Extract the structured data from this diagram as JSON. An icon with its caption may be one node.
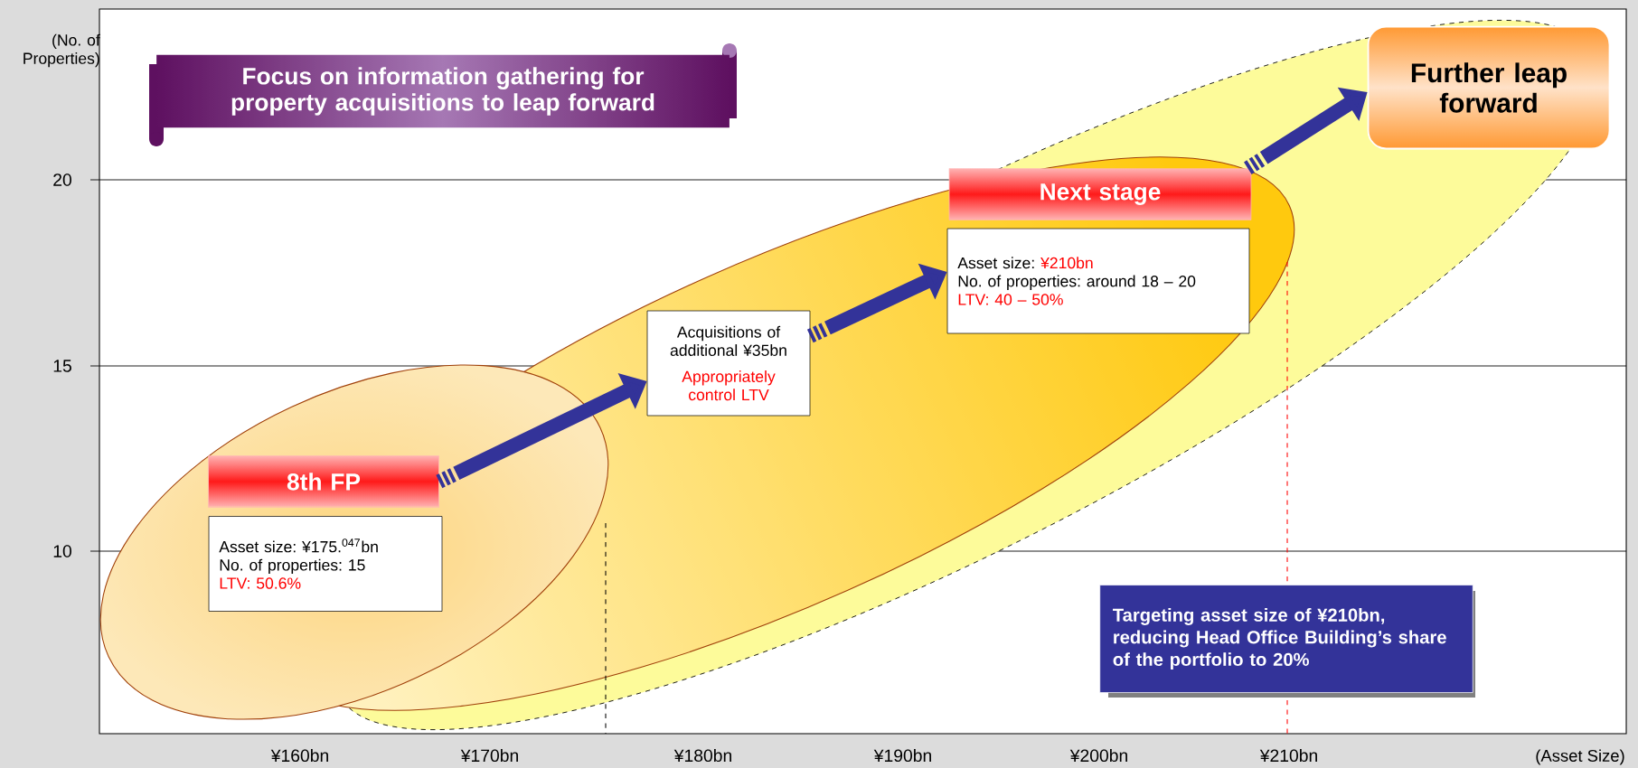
{
  "diagram": {
    "nodes": [
      {
        "text": [
          "Focus on information gathering for property acquisitions to leap forward"
        ]
      },
      {
        "text": [
          "8th FP"
        ]
      },
      {
        "text": [
          "Asset size: ¥175.$^{047}$bn",
          "No. of properties: 15",
          "LTV: 50.6%"
        ]
      },
      {
        "text": [
          "Acquisitions of additional ¥35bn",
          "Appropriately control LTV"
        ]
      },
      {
        "text": [
          "Next stage"
        ]
      },
      {
        "text": [
          "Asset size:",
          "¥210bn",
          "No. of properties: around 18 – 20",
          "LTV: 40 – 50%"
        ]
      },
      {
        "text": [
          "Further leap forward"
        ]
      },
      {
        "text": [
          "Targeting asset size of ¥210bn, reducing Head Office Building’s share of the portfolio to 20%"
        ]
      }
    ],
    "edges": [
      {
        "from": 1,
        "to": 3,
        "arrow": "to"
      },
      {
        "from": 3,
        "to": 5,
        "arrow": "to"
      },
      {
        "from": 4,
        "to": 6,
        "arrow": "to"
      }
    ],
    "labels": [
      "(No. of Properties)",
      "20",
      "15",
      "10",
      "¥160bn",
      "¥170bn",
      "¥180bn",
      "¥190bn",
      "¥200bn",
      "¥210bn",
      "(Asset Size)"
    ]
  }
}
